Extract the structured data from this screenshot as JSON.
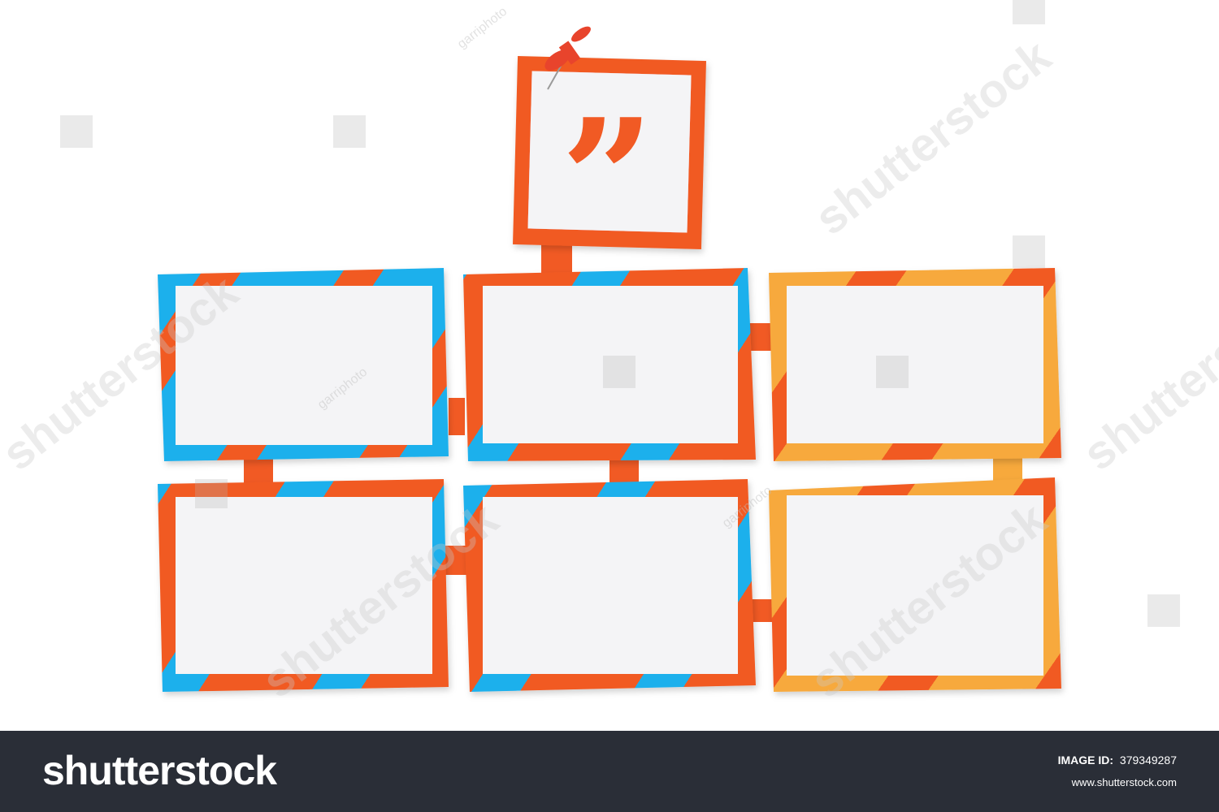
{
  "footer": {
    "brand": "shutterstock",
    "image_id_label": "IMAGE ID:",
    "image_id_value": "379349287",
    "site": "www.shutterstock.com"
  },
  "watermarks": {
    "brand_text": "shutterstock",
    "author_text": "garriphoto"
  },
  "graphic": {
    "quote_glyph": "”",
    "colors": {
      "orange": "#f15a24",
      "blue": "#1eb0ec",
      "yellow": "#f7a93c",
      "panel": "#f4f4f6",
      "pin": "#e8442c"
    }
  }
}
